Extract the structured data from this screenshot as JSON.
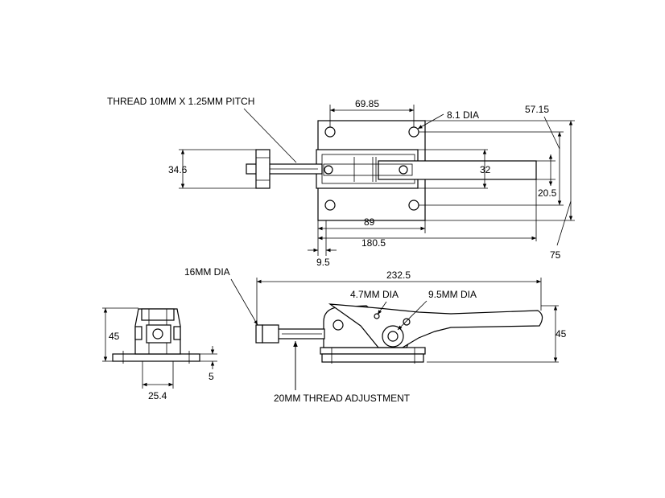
{
  "top_view": {
    "thread_label": "THREAD 10MM X 1.25MM PITCH",
    "dim_hole_spacing": "69.85",
    "hole_dia": "8.1 DIA",
    "dim_57": "57.15",
    "dim_34": "34.6",
    "dim_32": "32",
    "dim_20": "20.5",
    "dim_89": "89",
    "dim_180": "180.5",
    "dim_9": "9.5",
    "dim_75": "75"
  },
  "side_view": {
    "dia16": "16MM DIA",
    "dim_232": "232.5",
    "dia4": "4.7MM DIA",
    "dia9": "9.5MM DIA",
    "dim_45_right": "45",
    "thread_adjust": "20MM THREAD ADJUSTMENT"
  },
  "end_view": {
    "dim_45": "45",
    "dim_5": "5",
    "dim_25": "25.4"
  }
}
